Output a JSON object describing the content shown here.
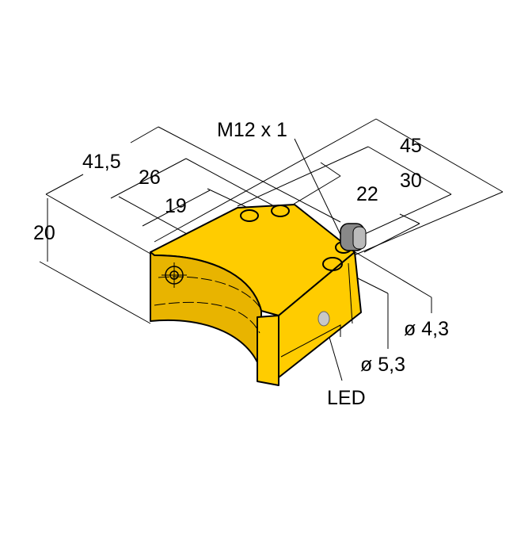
{
  "drawing": {
    "body_color": "#FFCC00",
    "labels": {
      "connector": "M12 x 1",
      "dim_45": "45",
      "dim_41_5": "41,5",
      "dim_26": "26",
      "dim_30": "30",
      "dim_22": "22",
      "dim_19": "19",
      "dim_20": "20",
      "hole_small": "ø 4,3",
      "hole_large": "ø 5,3",
      "led": "LED"
    }
  }
}
